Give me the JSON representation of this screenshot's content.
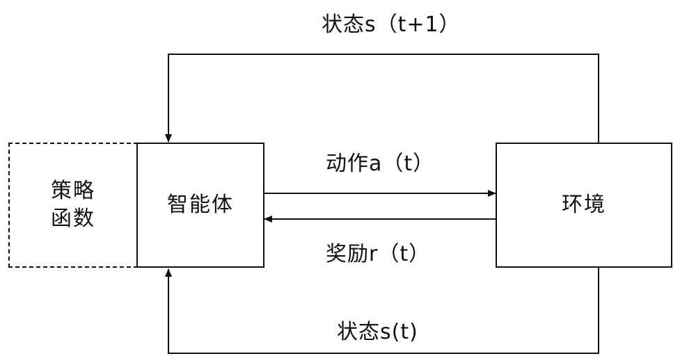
{
  "nodes": {
    "policy": {
      "label_line1": "策略",
      "label_line2": "函数"
    },
    "agent": {
      "label": "智能体"
    },
    "environment": {
      "label": "环境"
    }
  },
  "edges": {
    "state_next": {
      "label": "状态s（t+1）"
    },
    "action": {
      "label": "动作a（t）"
    },
    "reward": {
      "label": "奖励r（t）"
    },
    "state_current": {
      "label": "状态s(t)"
    }
  },
  "colors": {
    "line": "#111111",
    "background": "#ffffff"
  }
}
